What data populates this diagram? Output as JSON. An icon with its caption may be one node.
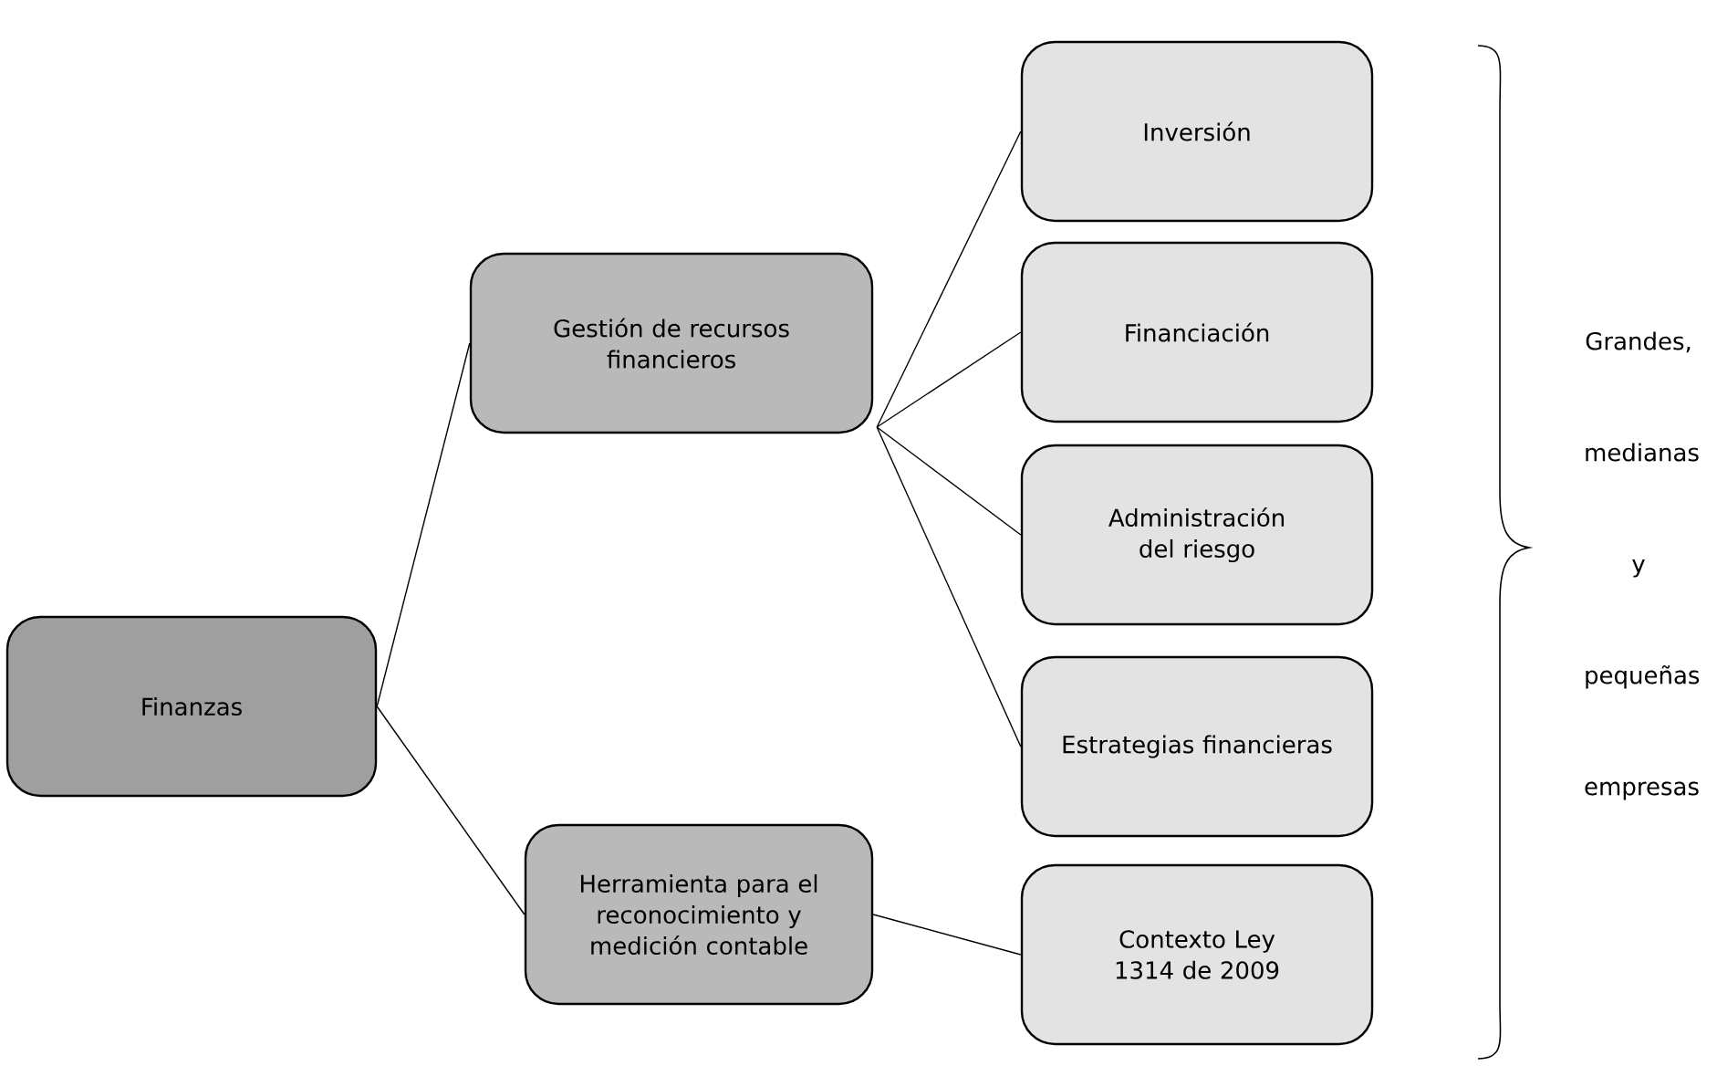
{
  "diagram": {
    "nodes": [
      {
        "text": [
          "Finanzas"
        ]
      },
      {
        "text": [
          "Gestión de recursos financieros"
        ]
      },
      {
        "text": [
          "Herramienta para el reconocimiento y medición contable"
        ]
      },
      {
        "text": [
          "Inversión"
        ]
      },
      {
        "text": [
          "Financiación"
        ]
      },
      {
        "text": [
          "Administración del riesgo"
        ]
      },
      {
        "text": [
          "Estrategias financieras"
        ]
      },
      {
        "text": [
          "Contexto Ley 1314 de 2009"
        ]
      }
    ],
    "edges": [
      {
        "from": 0,
        "to": 1,
        "arrow": "none"
      },
      {
        "from": 0,
        "to": 2,
        "arrow": "none"
      },
      {
        "from": 1,
        "to": 3,
        "arrow": "none"
      },
      {
        "from": 1,
        "to": 4,
        "arrow": "none"
      },
      {
        "from": 1,
        "to": 5,
        "arrow": "none"
      },
      {
        "from": 1,
        "to": 6,
        "arrow": "none"
      },
      {
        "from": 2,
        "to": 7,
        "arrow": "none"
      }
    ],
    "labels": [
      "Grandes, medianas y pequeñas empresas"
    ]
  }
}
